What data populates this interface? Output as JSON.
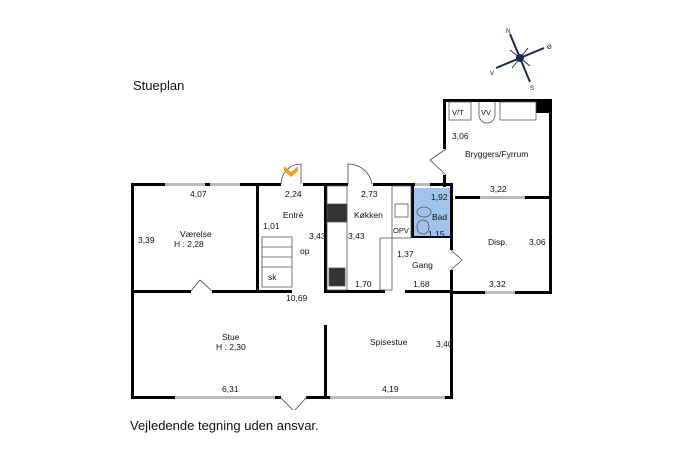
{
  "title": "Stueplan",
  "disclaimer": "Vejledende tegning uden ansvar.",
  "compass": {
    "n": "N",
    "o": "Ø",
    "s": "S",
    "v": "V"
  },
  "rooms": {
    "vaerelse": {
      "name": "Værelse",
      "height": "H : 2,28"
    },
    "entre": "Entré",
    "koekken": "Køkken",
    "bad": "Bad",
    "gang": "Gang",
    "disp": "Disp.",
    "bryggers": "Bryggers/Fyrrum",
    "stue": {
      "name": "Stue",
      "height": "H : 2,30"
    },
    "spisestue": "Spisestue"
  },
  "labels": {
    "op": "op",
    "sk": "sk",
    "opv": "OPV",
    "vt": "V/T",
    "vv": "VV"
  },
  "dims": {
    "d407": "4,07",
    "d339": "3,39",
    "d224": "2,24",
    "d101": "1,01",
    "d343a": "3,43",
    "d343b": "3,43",
    "d273": "2,73",
    "d192": "1,92",
    "d115": "1,15",
    "d137": "1,37",
    "d170": "1,70",
    "d168": "1,68",
    "d1069": "10,69",
    "d306a": "3,06",
    "d322": "3,22",
    "d306b": "3,06",
    "d332": "3,32",
    "d340": "3,40",
    "d631": "6,31",
    "d419": "4,19"
  },
  "colors": {
    "bath": "#9fc4ee",
    "door_marker": "#f0a020"
  }
}
